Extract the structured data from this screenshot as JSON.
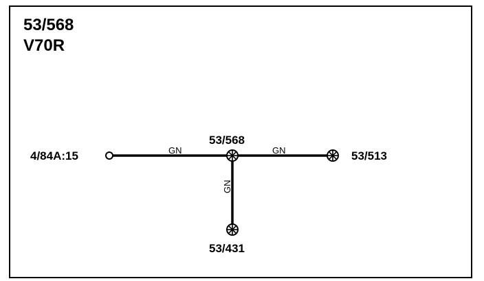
{
  "header": {
    "title_line1": "53/568",
    "title_line2": "V70R"
  },
  "nodes": {
    "left_terminal": {
      "label": "4/84A:15",
      "symbol": "open-terminal"
    },
    "center_splice": {
      "label": "53/568",
      "symbol": "splice-star"
    },
    "right_splice": {
      "label": "53/513",
      "symbol": "splice-star"
    },
    "bottom_splice": {
      "label": "53/431",
      "symbol": "splice-star"
    }
  },
  "wires": {
    "left_segment": {
      "color_code": "GN"
    },
    "right_segment": {
      "color_code": "GN"
    },
    "bottom_segment": {
      "color_code": "GN"
    }
  },
  "colors": {
    "ink": "#000000",
    "background": "#ffffff"
  }
}
